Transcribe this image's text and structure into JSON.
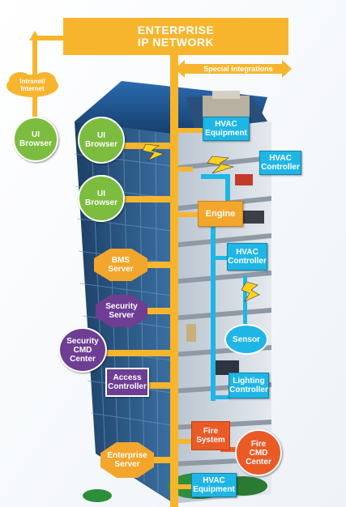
{
  "network": {
    "title_line1": "ENTERPRISE",
    "title_line2": "IP NETWORK",
    "special": "Special Integrations"
  },
  "cloud": {
    "label": "Intranet/\nInternet"
  },
  "nodes": {
    "ui_browser_1": "UI\nBrowser",
    "ui_browser_2": "UI\nBrowser",
    "ui_browser_3": "UI\nBrowser",
    "hvac_equipment_top": "HVAC\nEquipment",
    "hvac_controller_1": "HVAC\nController",
    "engine": "Engine",
    "hvac_controller_2": "HVAC\nController",
    "bms_server": "BMS\nServer",
    "security_server": "Security\nServer",
    "sensor": "Sensor",
    "security_cmd_center": "Security\nCMD\nCenter",
    "access_controller": "Access\nController",
    "lighting_controller": "Lighting\nController",
    "fire_system": "Fire\nSystem",
    "fire_cmd_center": "Fire\nCMD\nCenter",
    "enterprise_server": "Enterprise\nServer",
    "hvac_equipment_bottom": "HVAC\nEquipment"
  },
  "colors": {
    "network": "#f7b52e",
    "browser": "#7cbd3f",
    "hvac": "#1fb6e6",
    "security": "#6e3e94",
    "fire": "#ea5a27",
    "building": "#1d5a92"
  },
  "icons": [
    "arrow-up-icon",
    "lightning-icon",
    "cloud-icon",
    "double-arrow-icon"
  ]
}
